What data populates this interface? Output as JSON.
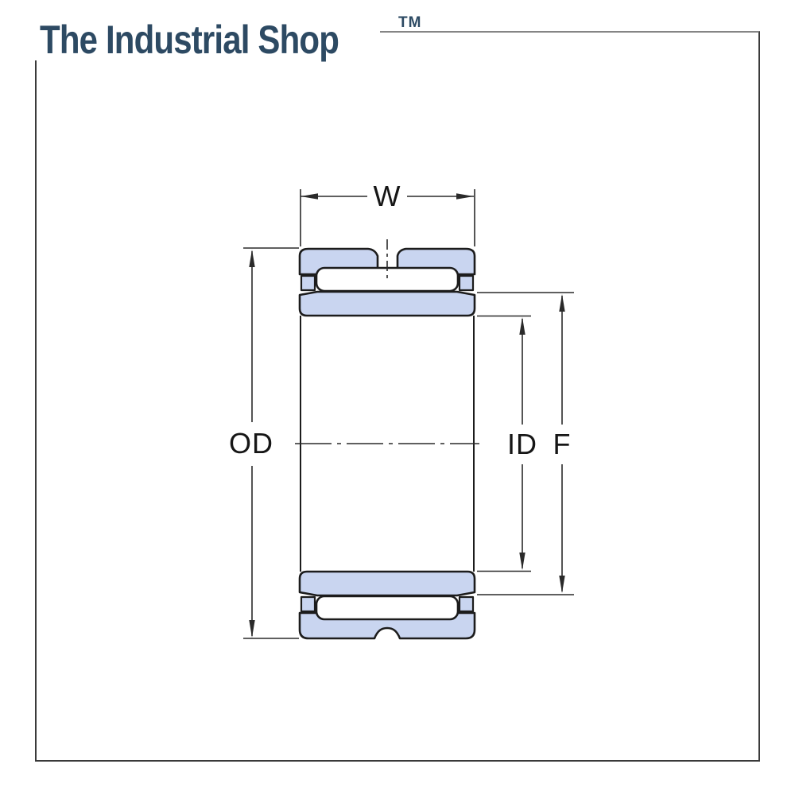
{
  "brand": {
    "logo_text": "The Industrial Shop",
    "trademark": "TM",
    "logo_color": "#2d4a63"
  },
  "diagram": {
    "type": "technical-drawing",
    "subject": "needle-roller-bearing-cross-section",
    "labels": {
      "w": "W",
      "od": "OD",
      "id": "ID",
      "f": "F"
    },
    "colors": {
      "ring_fill": "#c9d5f0",
      "outline": "#1c1c1c",
      "dimension_line": "#2a2a2a",
      "frame_border": "#3a3a3a"
    }
  }
}
